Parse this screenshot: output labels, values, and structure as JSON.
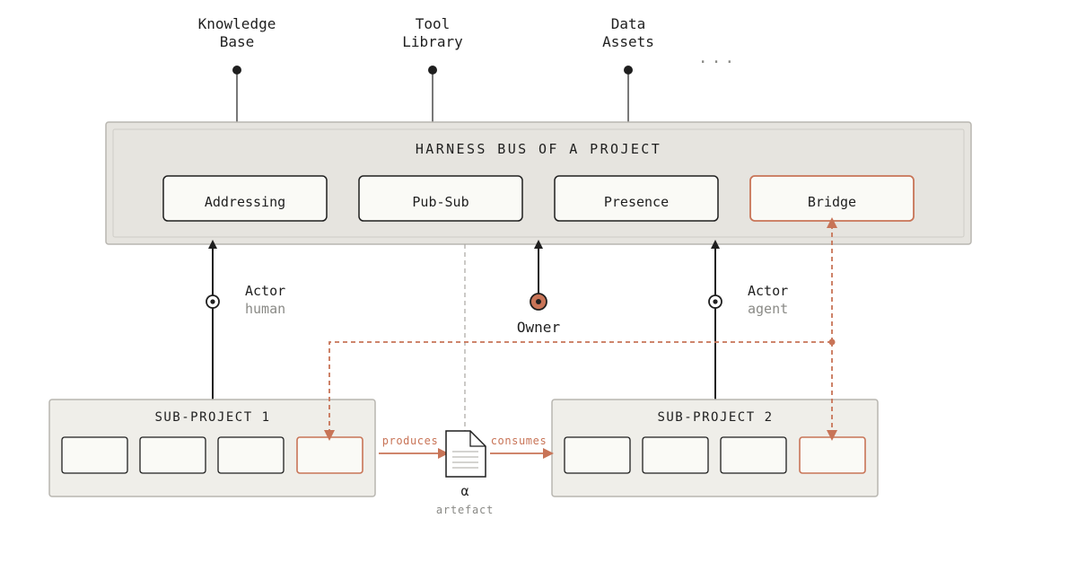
{
  "resources": [
    {
      "line1": "Knowledge",
      "line2": "Base"
    },
    {
      "line1": "Tool",
      "line2": "Library"
    },
    {
      "line1": "Data",
      "line2": "Assets"
    }
  ],
  "resources_more": "...",
  "bus": {
    "title": "HARNESS BUS OF A PROJECT",
    "modules": [
      "Addressing",
      "Pub-Sub",
      "Presence",
      "Bridge"
    ]
  },
  "actors": [
    {
      "label": "Actor",
      "kind": "human"
    },
    {
      "label": "Actor",
      "kind": "agent"
    }
  ],
  "owner": {
    "label": "Owner"
  },
  "subprojects": [
    {
      "title": "SUB-PROJECT 1"
    },
    {
      "title": "SUB-PROJECT 2"
    }
  ],
  "artefact": {
    "symbol": "α",
    "label": "artefact",
    "produces": "produces",
    "consumes": "consumes"
  },
  "colors": {
    "ink": "#1f1f1f",
    "accent": "#c87457",
    "bus_fill": "#e6e4df",
    "panel_fill": "#efeee9",
    "box_fill": "#fafaf6",
    "muted": "#8a8a86"
  }
}
